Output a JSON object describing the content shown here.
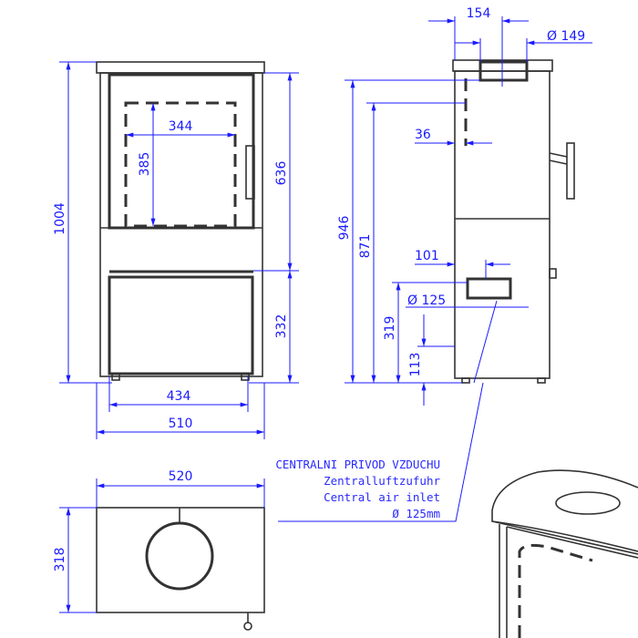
{
  "front_view": {
    "height_total": "1004",
    "height_upper": "636",
    "height_lower": "332",
    "glass_width": "344",
    "glass_height": "385",
    "width_inner": "434",
    "width_total": "510"
  },
  "side_view": {
    "flue_offset": "154",
    "flue_diameter": "Ø 149",
    "wall_offset": "36",
    "height_flue": "946",
    "height_rear": "871",
    "inlet_offset": "101",
    "inlet_diameter": "Ø 125",
    "inlet_height": "319",
    "inlet_bottom": "113"
  },
  "top_view": {
    "width": "520",
    "depth": "318"
  },
  "annotation": {
    "line_cz": "CENTRALNI PRIVOD VZDUCHU",
    "line_de": "Zentralluftzufuhr",
    "line_en": "Central air inlet",
    "line_dia": "Ø 125mm"
  },
  "colors": {
    "dimension": "#1a1aff",
    "outline": "#333333"
  }
}
